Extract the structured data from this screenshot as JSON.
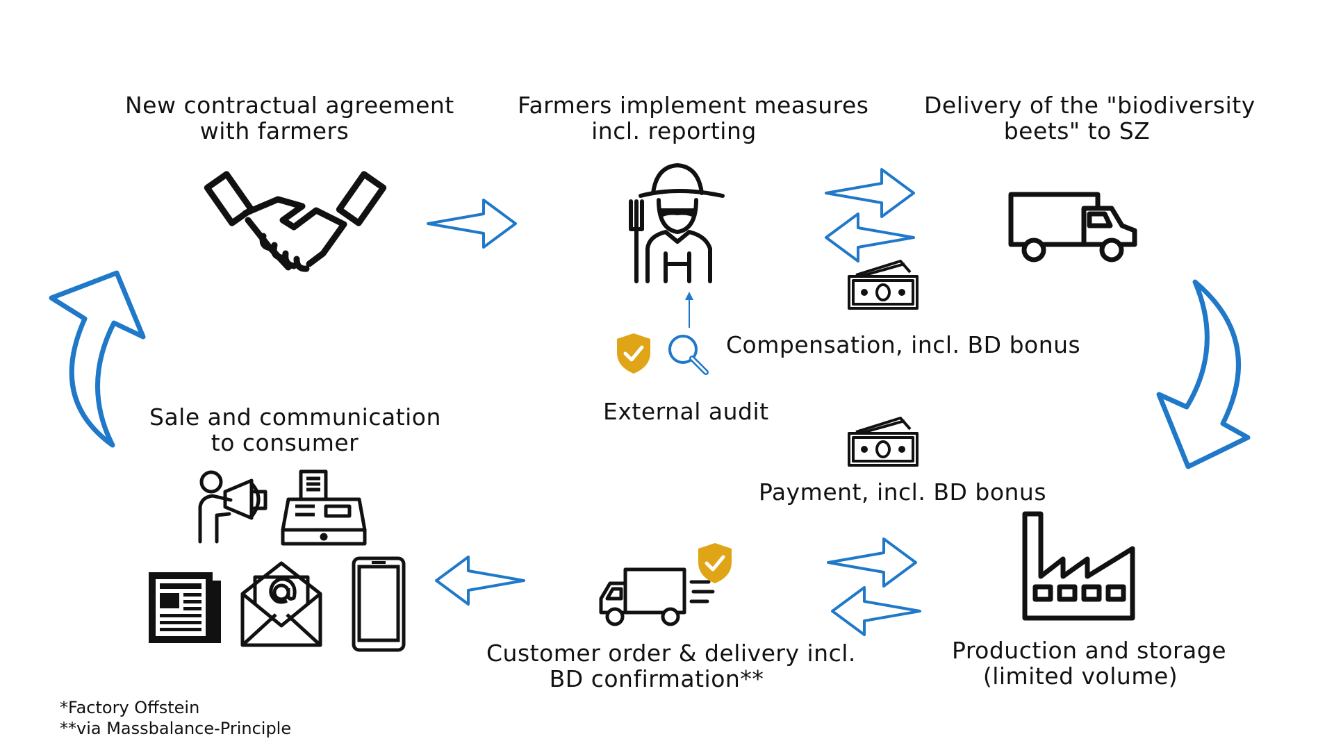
{
  "steps": {
    "agreement": {
      "line1": "New contractual agreement",
      "line2": "with farmers",
      "icon": "handshake-icon"
    },
    "measures": {
      "line1": "Farmers implement measures",
      "line2": "incl. reporting",
      "icon": "farmer-icon"
    },
    "delivery_beets": {
      "line1": "Delivery of the \"biodiversity",
      "line2": "beets\" to SZ",
      "icon": "truck-icon"
    },
    "production": {
      "line1": "Production and storage",
      "line2": "(limited volume)",
      "icon": "factory-icon"
    },
    "customer_order": {
      "line1": "Customer order & delivery incl.",
      "line2": "BD confirmation**",
      "icon": "delivery-van-icon"
    },
    "sale": {
      "line1": "Sale and communication",
      "line2": "to consumer",
      "icon": "communication-icons"
    }
  },
  "flows": {
    "compensation": "Compensation, incl. BD bonus",
    "external_audit": "External audit",
    "payment": "Payment, incl. BD bonus"
  },
  "footnotes": {
    "factory": "*Factory Offstein",
    "massbalance": "**via Massbalance-Principle"
  },
  "colors": {
    "arrow_blue": "#1f78c8",
    "shield_gold": "#e0a417",
    "icon_black": "#111111"
  }
}
